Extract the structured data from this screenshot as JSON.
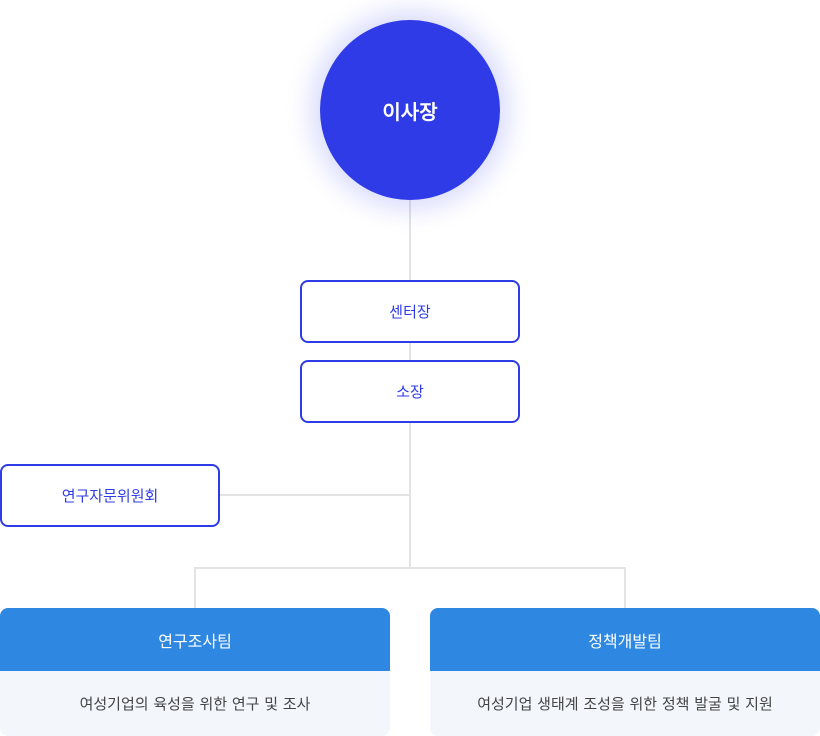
{
  "org_chart": {
    "top": {
      "label": "이사장"
    },
    "level2": {
      "label": "센터장"
    },
    "level3": {
      "label": "소장"
    },
    "advisory": {
      "label": "연구자문위원회"
    },
    "teams": [
      {
        "name": "연구조사팀",
        "description": "여성기업의 육성을 위한 연구 및 조사"
      },
      {
        "name": "정책개발팀",
        "description": "여성기업 생태계 조성을 위한 정책 발굴 및 지원"
      }
    ],
    "colors": {
      "primary": "#2e3be6",
      "team_header": "#2e88e2",
      "team_body": "#f3f7fc",
      "connector": "#e3e3e3"
    }
  }
}
